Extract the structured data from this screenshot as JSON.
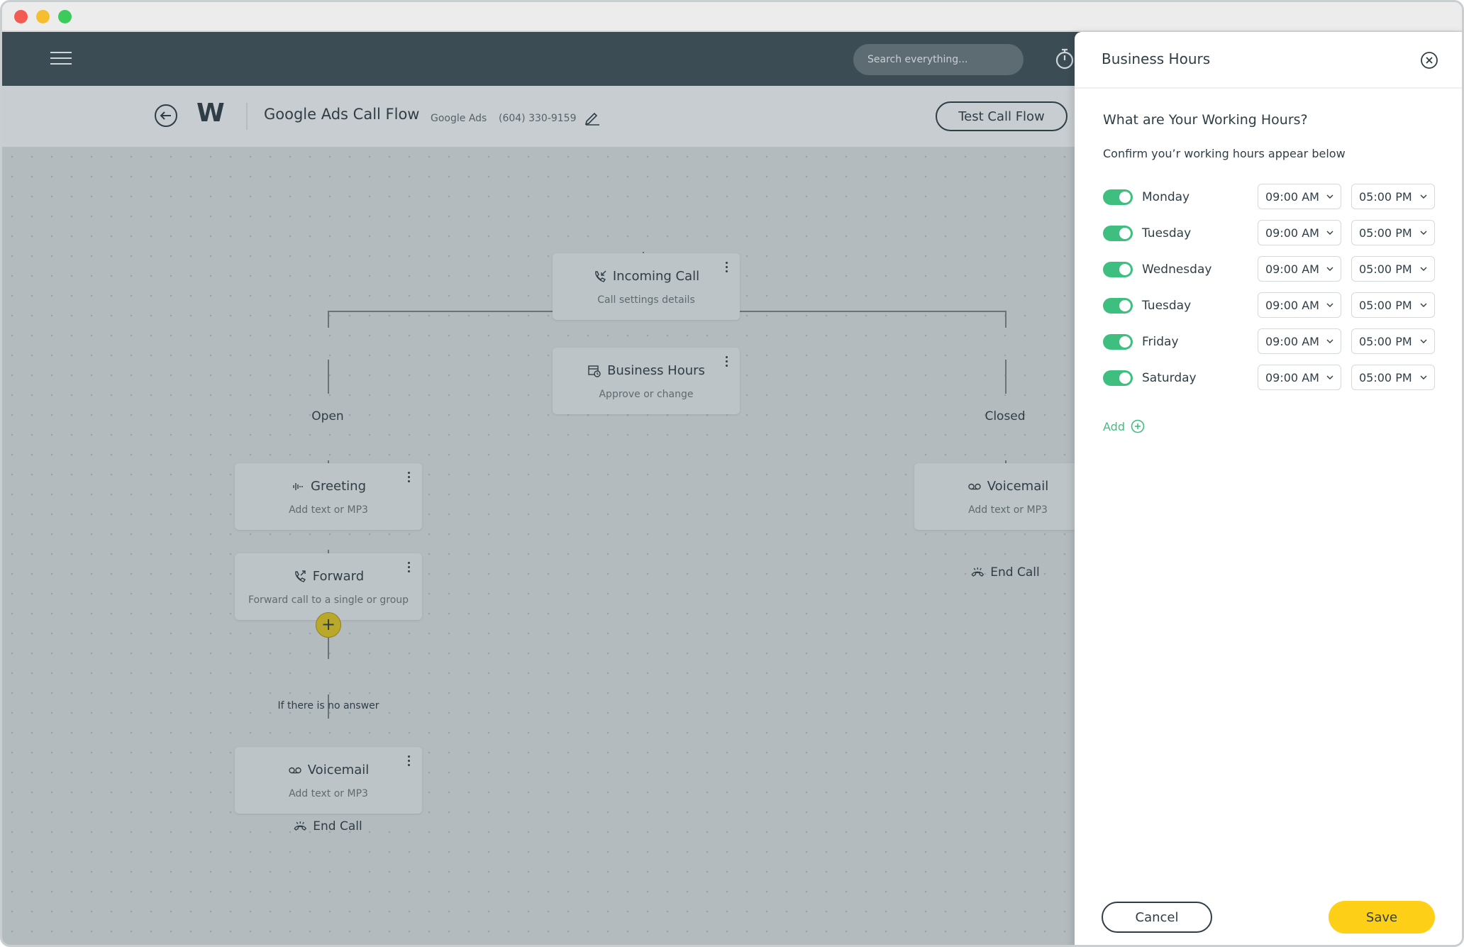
{
  "header": {
    "search_placeholder": "Search everything..."
  },
  "flow": {
    "logo": "W",
    "title": "Google Ads Call Flow",
    "source": "Google Ads",
    "phone": "(604) 330-9159",
    "test_button": "Test Call Flow"
  },
  "nodes": {
    "incoming": {
      "title": "Incoming Call",
      "subtitle": "Call settings details"
    },
    "business_hours": {
      "title": "Business Hours",
      "subtitle": "Approve or change"
    },
    "greeting": {
      "title": "Greeting",
      "subtitle": "Add text or MP3"
    },
    "forward": {
      "title": "Forward",
      "subtitle": "Forward call to a single or group"
    },
    "voicemail_open": {
      "title": "Voicemail",
      "subtitle": "Add text or MP3"
    },
    "voicemail_closed": {
      "title": "Voicemail",
      "subtitle": "Add text or MP3"
    }
  },
  "branches": {
    "open": "Open",
    "closed": "Closed",
    "no_answer": "If there is no answer",
    "end_call": "End Call",
    "add_symbol": "+"
  },
  "panel": {
    "title": "Business Hours",
    "heading": "What are Your Working Hours?",
    "description": "Confirm you’r working hours appear below",
    "days": [
      {
        "day": "Monday",
        "enabled": true,
        "start": "09:00 AM",
        "end": "05:00 PM"
      },
      {
        "day": "Tuesday",
        "enabled": true,
        "start": "09:00 AM",
        "end": "05:00 PM"
      },
      {
        "day": "Wednesday",
        "enabled": true,
        "start": "09:00 AM",
        "end": "05:00 PM"
      },
      {
        "day": "Tuesday",
        "enabled": true,
        "start": "09:00 AM",
        "end": "05:00 PM"
      },
      {
        "day": "Friday",
        "enabled": true,
        "start": "09:00 AM",
        "end": "05:00 PM"
      },
      {
        "day": "Saturday",
        "enabled": true,
        "start": "09:00 AM",
        "end": "05:00 PM"
      }
    ],
    "add_label": "Add",
    "cancel_label": "Cancel",
    "save_label": "Save"
  },
  "colors": {
    "nav": "#3b4c55",
    "accent_green": "#3fbf7f",
    "save_yellow": "#fdd017",
    "add_node_yellow": "#b9a82a"
  }
}
